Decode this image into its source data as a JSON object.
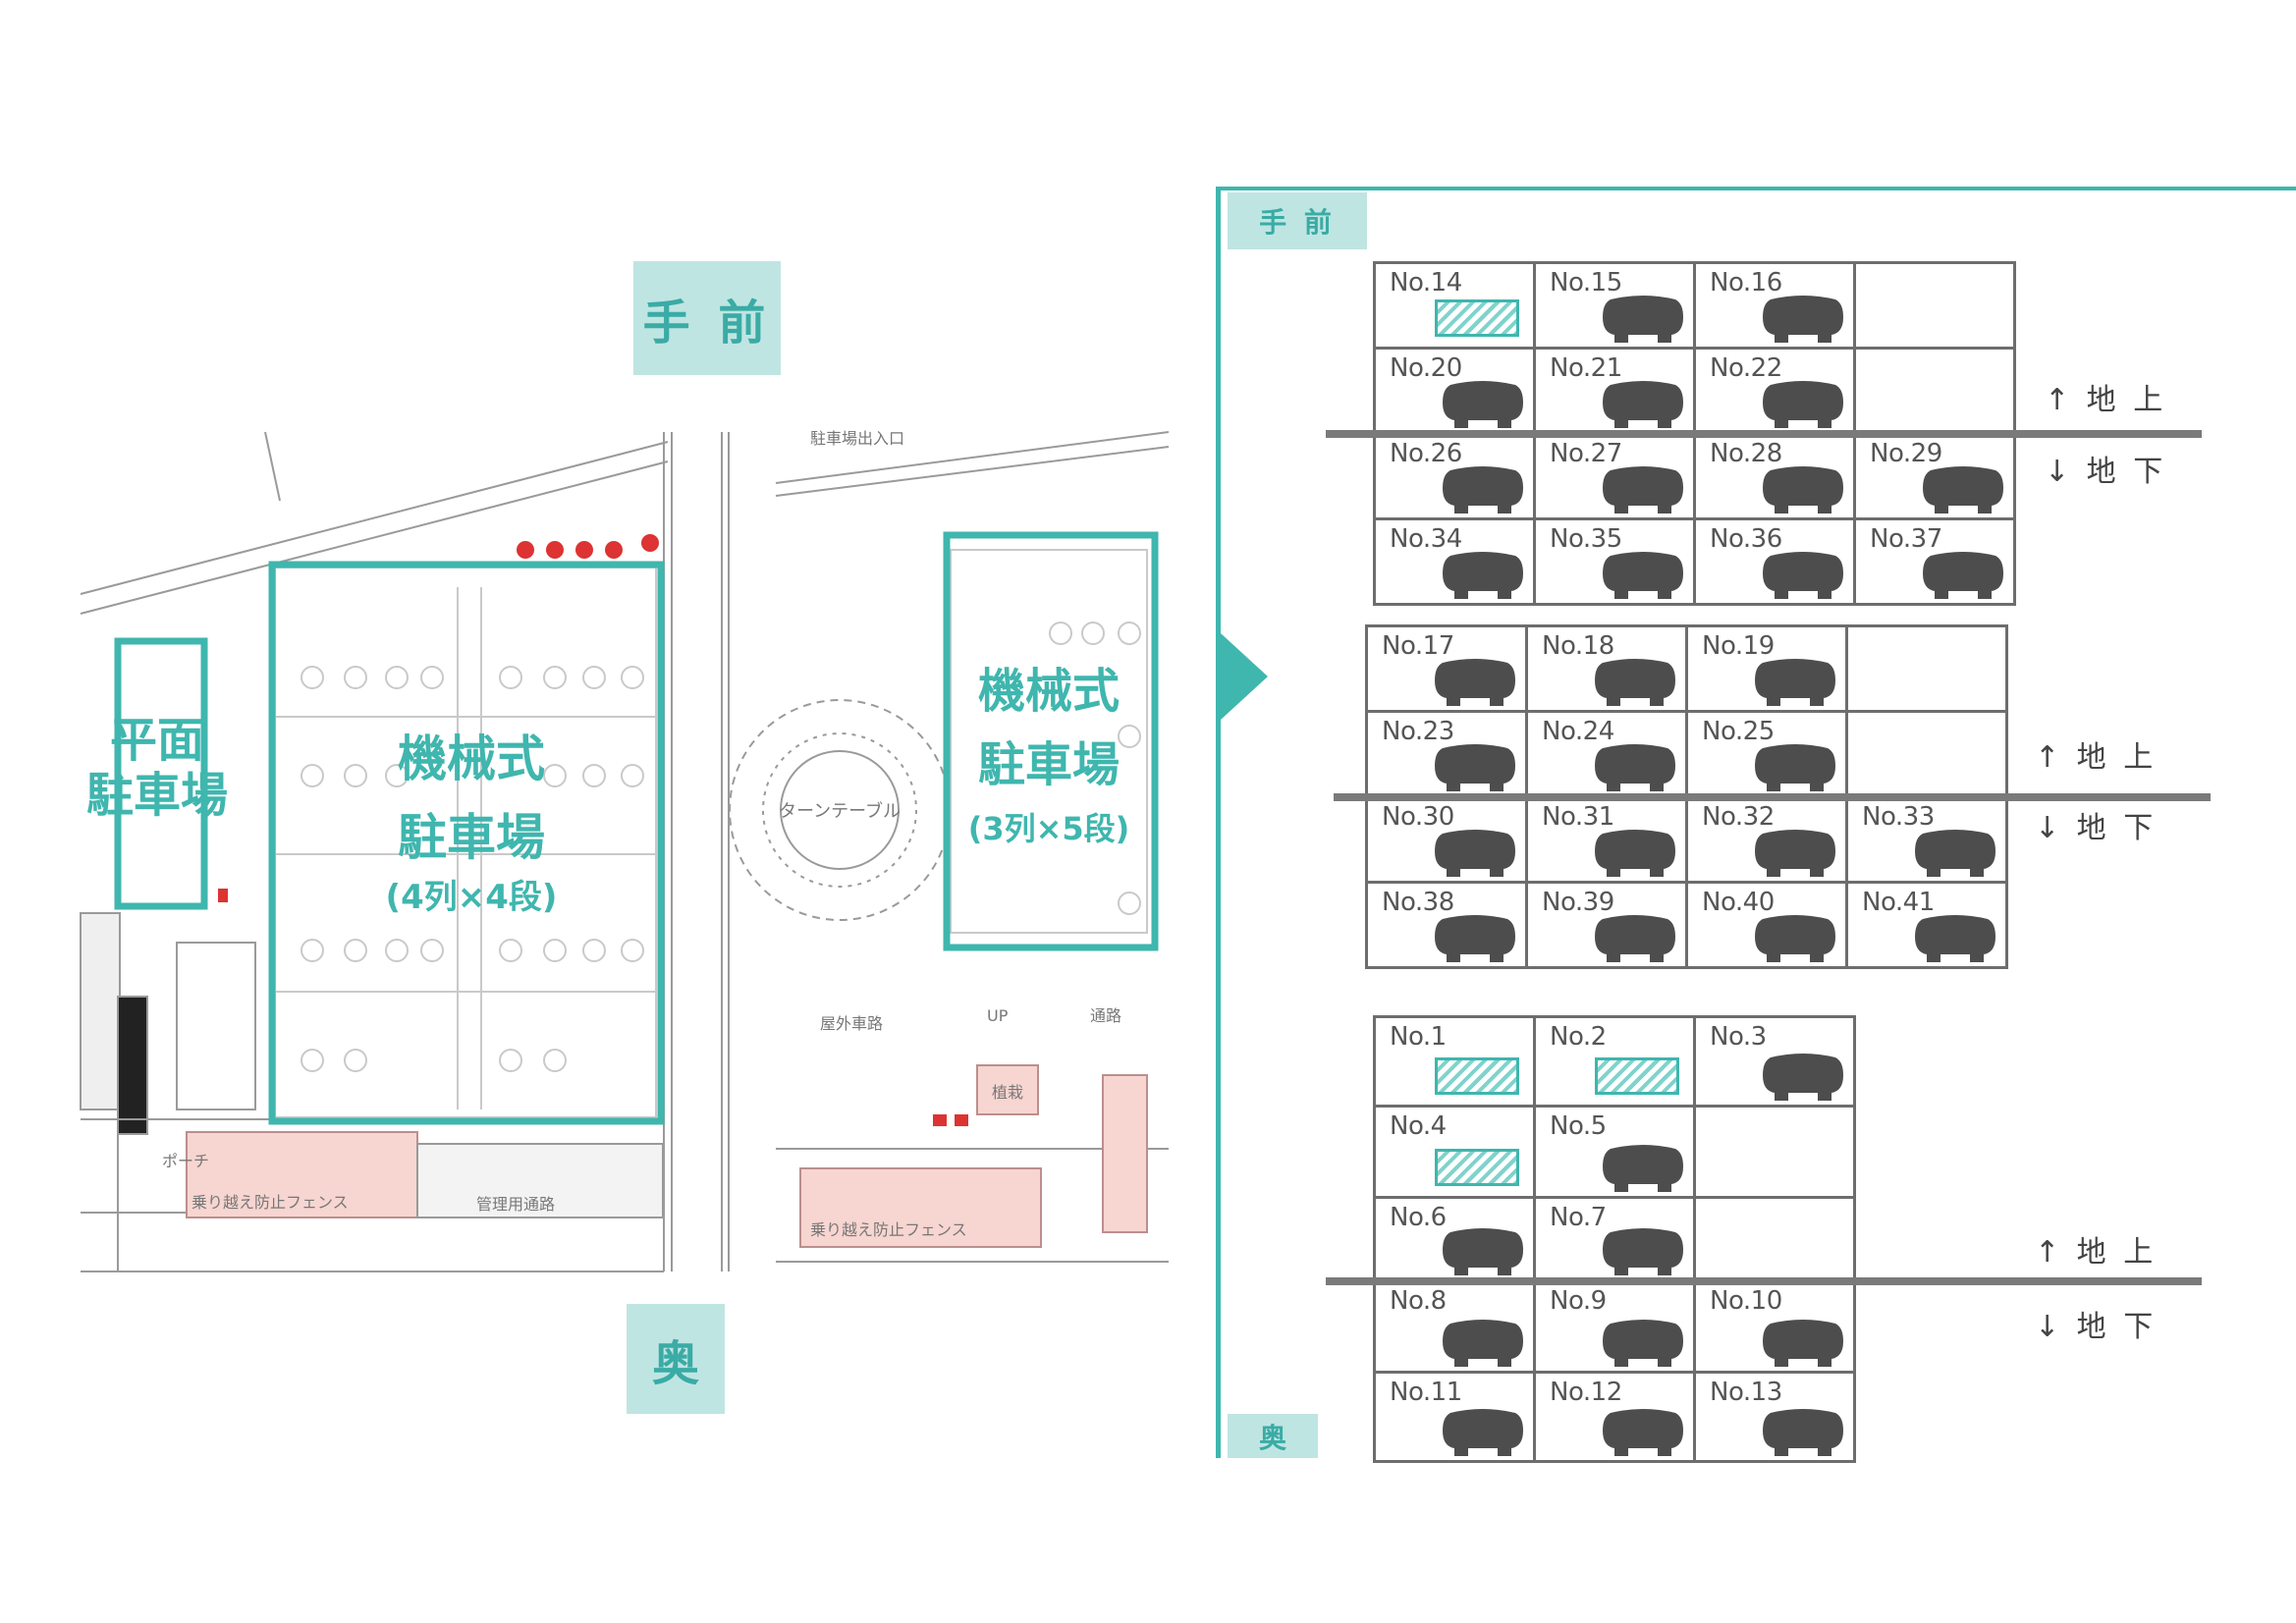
{
  "left_panel": {
    "front_label": "手 前",
    "back_label": "奥",
    "zone_flat": "平面\n駐車場",
    "zone_mech_a_title": "機械式",
    "zone_mech_a_sub": "駐車場",
    "zone_mech_a_size": "(4列×4段)",
    "zone_mech_b_title": "機械式",
    "zone_mech_b_sub": "駐車場",
    "zone_mech_b_size": "(3列×5段)",
    "turntable": "ターンテーブル",
    "porch": "ポーチ",
    "fence_a": "乗り越え防止フェンス",
    "fence_b": "乗り越え防止フェンス",
    "mgmt": "管理用通路",
    "outdoor": "屋外車路",
    "planting": "植栽",
    "entrance": "駐車場出入口",
    "up_label": "UP",
    "passage": "通路"
  },
  "right_panel": {
    "front_label": "手 前",
    "back_label": "奥",
    "above_ground": "↑ 地 上",
    "below_ground": "↓ 地 下",
    "colors": {
      "accent": "#3fb6ae",
      "car": "#4d4d4d",
      "grid": "#6d6d6d"
    },
    "blocks": [
      {
        "rows": [
          [
            {
              "no": "No.14",
              "status": "vacant"
            },
            {
              "no": "No.15",
              "status": "occupied"
            },
            {
              "no": "No.16",
              "status": "occupied"
            },
            null
          ],
          [
            {
              "no": "No.20",
              "status": "occupied"
            },
            {
              "no": "No.21",
              "status": "occupied"
            },
            {
              "no": "No.22",
              "status": "occupied"
            },
            null
          ],
          [
            {
              "no": "No.26",
              "status": "occupied"
            },
            {
              "no": "No.27",
              "status": "occupied"
            },
            {
              "no": "No.28",
              "status": "occupied"
            },
            {
              "no": "No.29",
              "status": "occupied"
            }
          ],
          [
            {
              "no": "No.34",
              "status": "occupied"
            },
            {
              "no": "No.35",
              "status": "occupied"
            },
            {
              "no": "No.36",
              "status": "occupied"
            },
            {
              "no": "No.37",
              "status": "occupied"
            }
          ]
        ]
      },
      {
        "rows": [
          [
            {
              "no": "No.17",
              "status": "occupied"
            },
            {
              "no": "No.18",
              "status": "occupied"
            },
            {
              "no": "No.19",
              "status": "occupied"
            },
            null
          ],
          [
            {
              "no": "No.23",
              "status": "occupied"
            },
            {
              "no": "No.24",
              "status": "occupied"
            },
            {
              "no": "No.25",
              "status": "occupied"
            },
            null
          ],
          [
            {
              "no": "No.30",
              "status": "occupied"
            },
            {
              "no": "No.31",
              "status": "occupied"
            },
            {
              "no": "No.32",
              "status": "occupied"
            },
            {
              "no": "No.33",
              "status": "occupied"
            }
          ],
          [
            {
              "no": "No.38",
              "status": "occupied"
            },
            {
              "no": "No.39",
              "status": "occupied"
            },
            {
              "no": "No.40",
              "status": "occupied"
            },
            {
              "no": "No.41",
              "status": "occupied"
            }
          ]
        ]
      },
      {
        "rows": [
          [
            {
              "no": "No.1",
              "status": "vacant"
            },
            {
              "no": "No.2",
              "status": "vacant"
            },
            {
              "no": "No.3",
              "status": "occupied"
            }
          ],
          [
            {
              "no": "No.4",
              "status": "vacant"
            },
            {
              "no": "No.5",
              "status": "occupied"
            },
            null
          ],
          [
            {
              "no": "No.6",
              "status": "occupied"
            },
            {
              "no": "No.7",
              "status": "occupied"
            },
            null
          ],
          [
            {
              "no": "No.8",
              "status": "occupied"
            },
            {
              "no": "No.9",
              "status": "occupied"
            },
            {
              "no": "No.10",
              "status": "occupied"
            }
          ],
          [
            {
              "no": "No.11",
              "status": "occupied"
            },
            {
              "no": "No.12",
              "status": "occupied"
            },
            {
              "no": "No.13",
              "status": "occupied"
            }
          ]
        ]
      }
    ]
  }
}
